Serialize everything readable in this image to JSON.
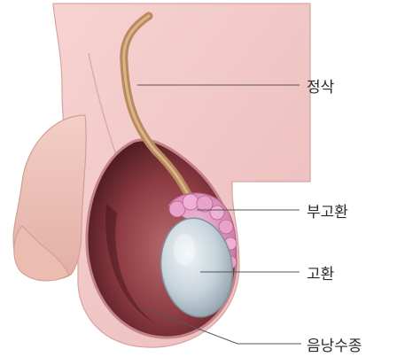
{
  "labels": {
    "spermatic_cord": "정삭",
    "epididymis": "부고환",
    "testis": "고환",
    "hydrocele": "음낭수종"
  },
  "colors": {
    "skin": "#f0c6c6",
    "skin_outline": "#c98f91",
    "sac_dark": "#5e1f26",
    "sac_mid": "#9a4a4e",
    "testis": "#c8d4dc",
    "epididymis": "#e7a2cb",
    "cord": "#c79a6e",
    "leader_line": "#555555"
  }
}
